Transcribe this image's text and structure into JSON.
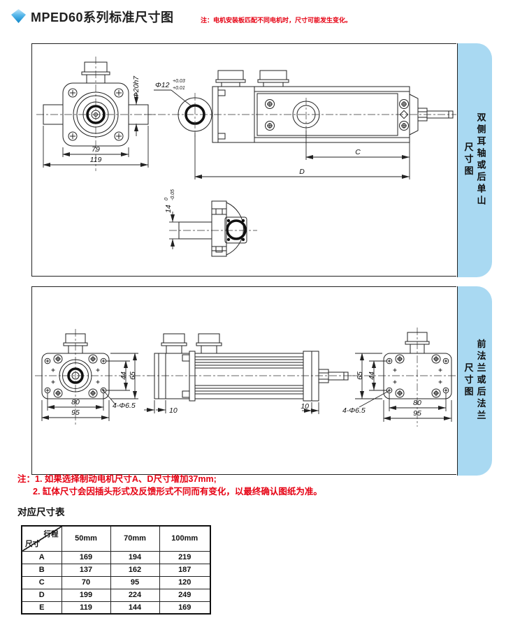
{
  "header": {
    "title": "MPED60系列标准尺寸图",
    "note": "注：电机安装板匹配不同电机时，尺寸可能发生变化。"
  },
  "panel_trunnion": {
    "side_label": "双侧耳轴或后单山",
    "side_label_suffix": "尺寸图",
    "dims": {
      "flange_width": "79",
      "overall_width": "119",
      "shaft_dia": "Φ20h7",
      "trunnion_dia": "Φ12",
      "trunnion_tol_upper": "+0.03",
      "trunnion_tol_lower": "+0.01",
      "dim_c": "C",
      "dim_d": "D",
      "tang_width": "14",
      "tang_tol_upper": "0",
      "tang_tol_lower": "-0.05"
    }
  },
  "panel_flange": {
    "side_label": "前法兰或后法兰",
    "side_label_suffix": "尺寸图",
    "dims": {
      "front": {
        "hole_span_h": "80",
        "flange_width": "95",
        "hole_span_v": "44",
        "flange_height": "65",
        "holes": "4-Φ6.5"
      },
      "side": {
        "front_plate": "10",
        "rear_plate": "10"
      },
      "rear": {
        "hole_span_h": "80",
        "flange_width": "95",
        "hole_span_v": "44",
        "flange_height": "65",
        "holes": "4-Φ6.5"
      }
    }
  },
  "notes": {
    "line1": "注：1. 如果选择制动电机尺寸A、D尺寸增加37mm;",
    "line2": "2. 缸体尺寸会因插头形式及反馈形式不同而有变化，以最终确认图纸为准。"
  },
  "size_table": {
    "title": "对应尺寸表",
    "corner": {
      "top_right": "行程",
      "bottom_left": "尺寸"
    },
    "columns": [
      "50mm",
      "70mm",
      "100mm"
    ],
    "rows": [
      {
        "label": "A",
        "values": [
          "169",
          "194",
          "219"
        ]
      },
      {
        "label": "B",
        "values": [
          "137",
          "162",
          "187"
        ]
      },
      {
        "label": "C",
        "values": [
          "70",
          "95",
          "120"
        ]
      },
      {
        "label": "D",
        "values": [
          "199",
          "224",
          "249"
        ]
      },
      {
        "label": "E",
        "values": [
          "119",
          "144",
          "169"
        ]
      }
    ]
  },
  "colors": {
    "accent_blue": "#A9D9F2",
    "note_red": "#E60012",
    "line": "#222222"
  }
}
